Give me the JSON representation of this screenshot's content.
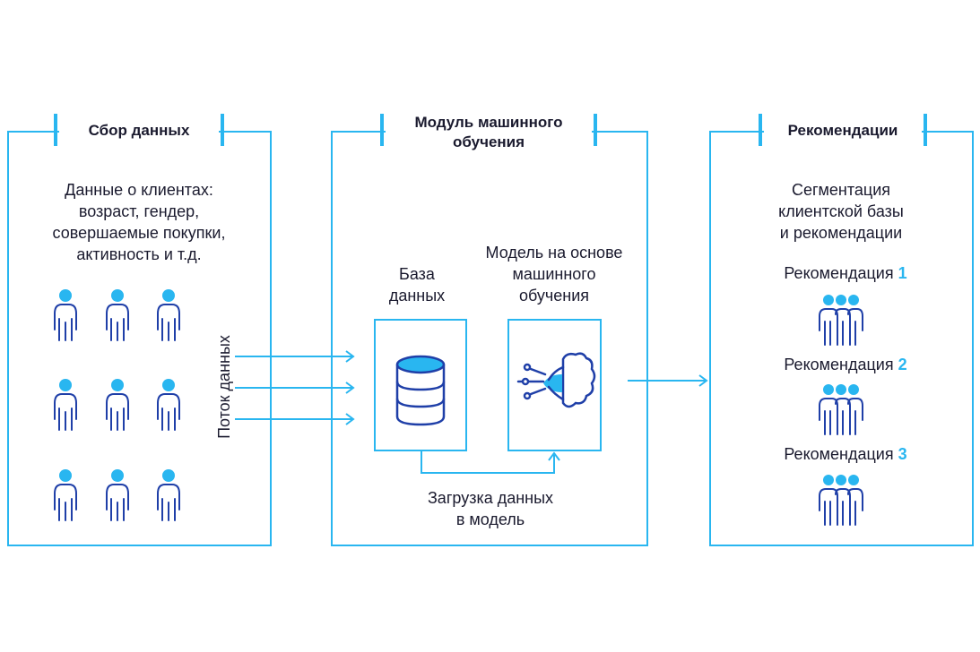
{
  "panels": {
    "collection": {
      "title": "Сбор данных",
      "description": [
        "Данные о клиентах:",
        "возраст, гендер,",
        "совершаемые покупки,",
        "активность и т.д."
      ],
      "person_icon": "person-icon"
    },
    "ml": {
      "title_line1": "Модуль машинного",
      "title_line2": "обучения",
      "db_label": [
        "База",
        "данных"
      ],
      "model_label": [
        "Модель на основе",
        "машинного",
        "обучения"
      ],
      "db_icon": "database-icon",
      "model_icon": "ai-brain-icon",
      "load_label": [
        "Загрузка данных",
        "в модель"
      ]
    },
    "recommendations": {
      "title": "Рекомендации",
      "description": [
        "Сегментация",
        "клиентской базы",
        "и рекомендации"
      ],
      "items": [
        {
          "label": "Рекомендация",
          "num": "1"
        },
        {
          "label": "Рекомендация",
          "num": "2"
        },
        {
          "label": "Рекомендация",
          "num": "3"
        }
      ],
      "group_icon": "people-group-icon"
    }
  },
  "flow_label": "Поток данных",
  "colors": {
    "accent": "#29b6f0",
    "icon": "#1f3fa8",
    "text": "#1a1a2e"
  }
}
